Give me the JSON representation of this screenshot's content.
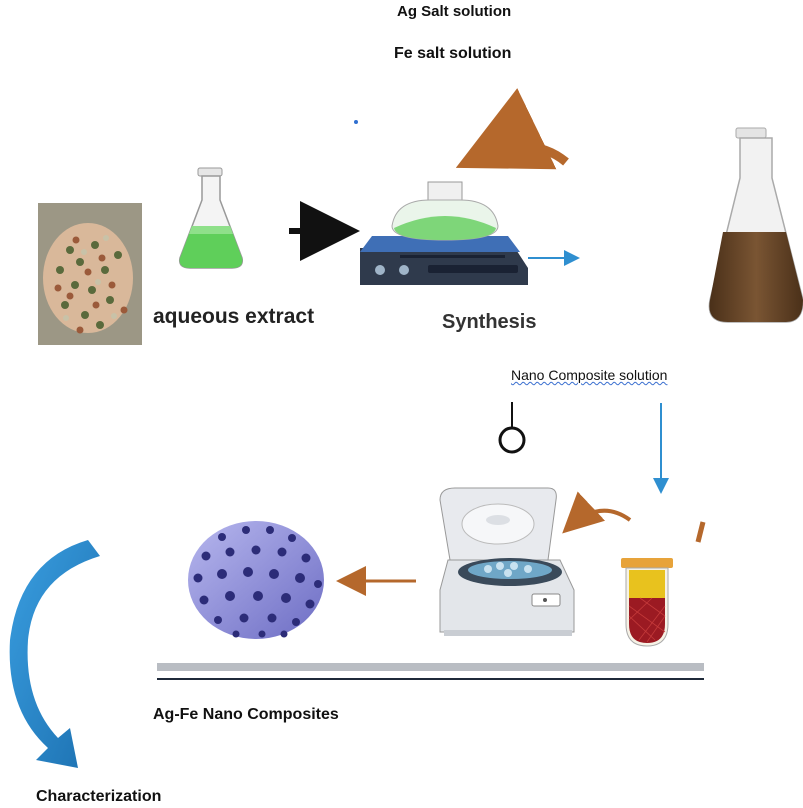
{
  "labels": {
    "ag_salt": "Ag Salt solution",
    "fe_salt": "Fe salt solution",
    "aqueous_extract": "aqueous extract",
    "synthesis": "Synthesis",
    "nano_composite_solution": "Nano  Composite solution",
    "ag_fe_nano_composites": "Ag-Fe Nano Composites",
    "characterization": "Characterization"
  },
  "colors": {
    "green_extract": "#5fcf5a",
    "brown_solution": "#6b4a2b",
    "curved_arrow": "#b5682c",
    "blue_arrow": "#2f8fd0",
    "sphere": "#8f8fd8",
    "sphere_dots": "#2c2c78",
    "tube_top": "#e8c21e",
    "tube_bottom": "#9b1a22"
  }
}
